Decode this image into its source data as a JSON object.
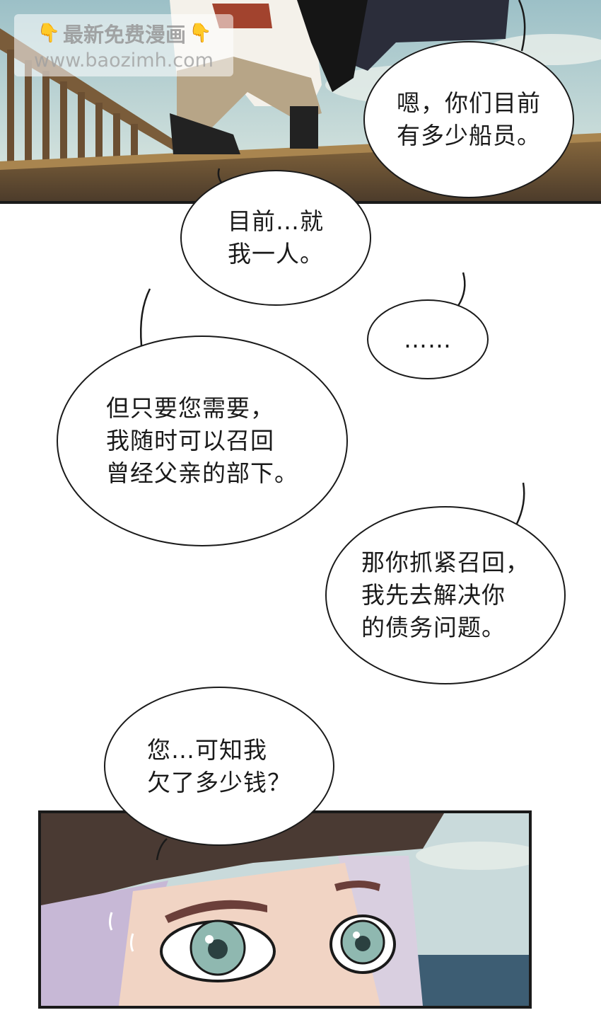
{
  "watermark": {
    "line1": "最新免费漫画",
    "line2": "www.baozimh.com",
    "icon": "pointing-down-hand-icon"
  },
  "dialogue": [
    {
      "id": "b1",
      "text": "嗯，你们目前\n有多少船员。"
    },
    {
      "id": "b2",
      "text": "目前…就\n我一人。"
    },
    {
      "id": "b3",
      "text": "……"
    },
    {
      "id": "b4",
      "text": "但只要您需要，\n我随时可以召回\n曾经父亲的部下。"
    },
    {
      "id": "b5",
      "text": "那你抓紧召回，\n我先去解决你\n的债务问题。"
    },
    {
      "id": "b6",
      "text": "您…可知我\n欠了多少钱？"
    }
  ],
  "colors": {
    "ink": "#1a1a1a",
    "sky": "#b7d2d8",
    "deck": "#5e4a34",
    "hat": "#4a3a33",
    "eye": "#8fb8b0"
  }
}
